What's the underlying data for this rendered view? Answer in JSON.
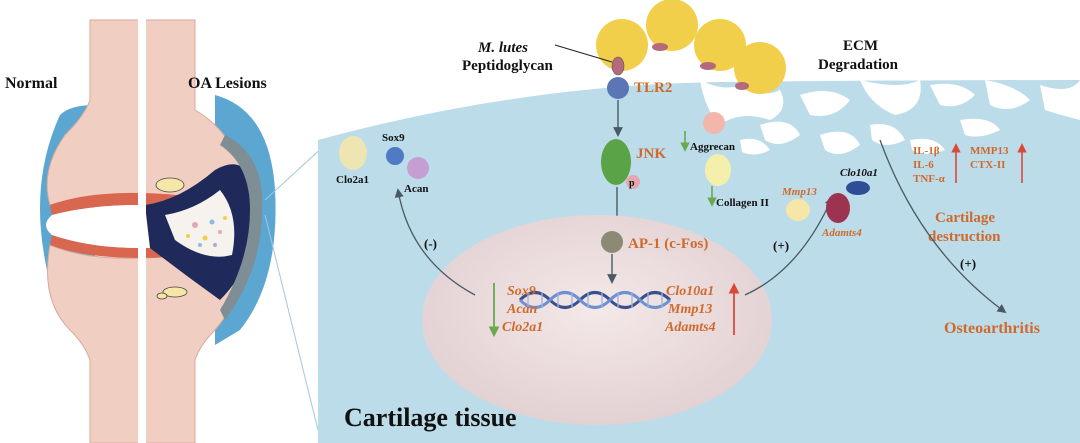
{
  "joint": {
    "normal_label": "Normal",
    "oa_label": "OA Lesions"
  },
  "receptor": {
    "bacteria_label": "M. lutes",
    "peptidoglycan_label": "Peptidoglycan",
    "tlr2_label": "TLR2"
  },
  "ecm": {
    "title_line1": "ECM",
    "title_line2": "Degradation"
  },
  "pathway": {
    "jnk_label": "JNK",
    "p_label": "p",
    "ap1_label": "AP-1 (c-Fos)",
    "neg_label": "(-)",
    "pos_label": "(+)",
    "pos_label_2": "(+)"
  },
  "anabolic": {
    "sox9": "Sox9",
    "clo2a1": "Clo2a1",
    "acan": "Acan",
    "down_genes": [
      "Sox9",
      "Acan",
      "Clo2a1"
    ]
  },
  "catabolic": {
    "up_genes": [
      "Clo10a1",
      "Mmp13",
      "Adamts4"
    ],
    "mmp13": "Mmp13",
    "clo10a1": "Clo10a1",
    "adamts4": "Adamts4"
  },
  "matrix": {
    "aggrecan": "Aggrecan",
    "collagen": "Collagen II"
  },
  "cytokines": {
    "group1": [
      "IL-1β",
      "IL-6",
      "TNF-α"
    ],
    "group2": [
      "MMP13",
      "CTX-II"
    ]
  },
  "outcome": {
    "destruction_line1": "Cartilage",
    "destruction_line2": "destruction",
    "oa": "Osteoarthritis"
  },
  "tissue_label": "Cartilage tissue",
  "colors": {
    "tissue_blue": "#bcdcea",
    "orange_text": "#d06a2c",
    "arrow_up_red": "#d9493a",
    "arrow_down_green": "#6aa84f",
    "bacteria_yellow": "#f2cf4a"
  }
}
